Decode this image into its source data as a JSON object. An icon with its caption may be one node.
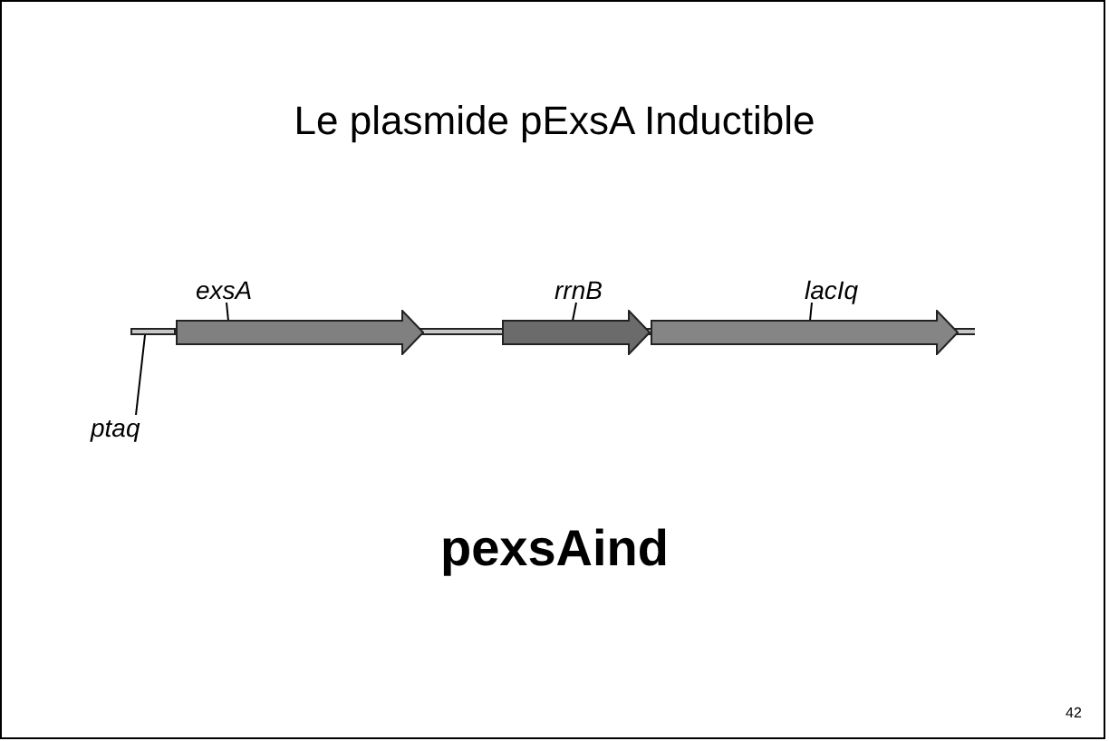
{
  "diagram": {
    "title": "Le plasmide pExsA Inductible",
    "nodes": [
      {
        "text": [
          "exsA"
        ]
      },
      {
        "text": [],
        "shape": "arrow"
      },
      {
        "text": [
          "rrnB"
        ]
      },
      {
        "text": [],
        "shape": "arrow"
      },
      {
        "text": [
          "lacIq"
        ]
      },
      {
        "text": [],
        "shape": "arrow"
      },
      {
        "text": [
          "ptaq"
        ]
      },
      {
        "text": [],
        "shape": "bar"
      }
    ],
    "edges": [
      {
        "from": 0,
        "to": 1,
        "arrow": "none"
      },
      {
        "from": 2,
        "to": 3,
        "arrow": "none"
      },
      {
        "from": 4,
        "to": 5,
        "arrow": "none"
      },
      {
        "from": 6,
        "to": 7,
        "arrow": "none"
      }
    ],
    "labels": [
      "pexsAind",
      "42"
    ]
  }
}
